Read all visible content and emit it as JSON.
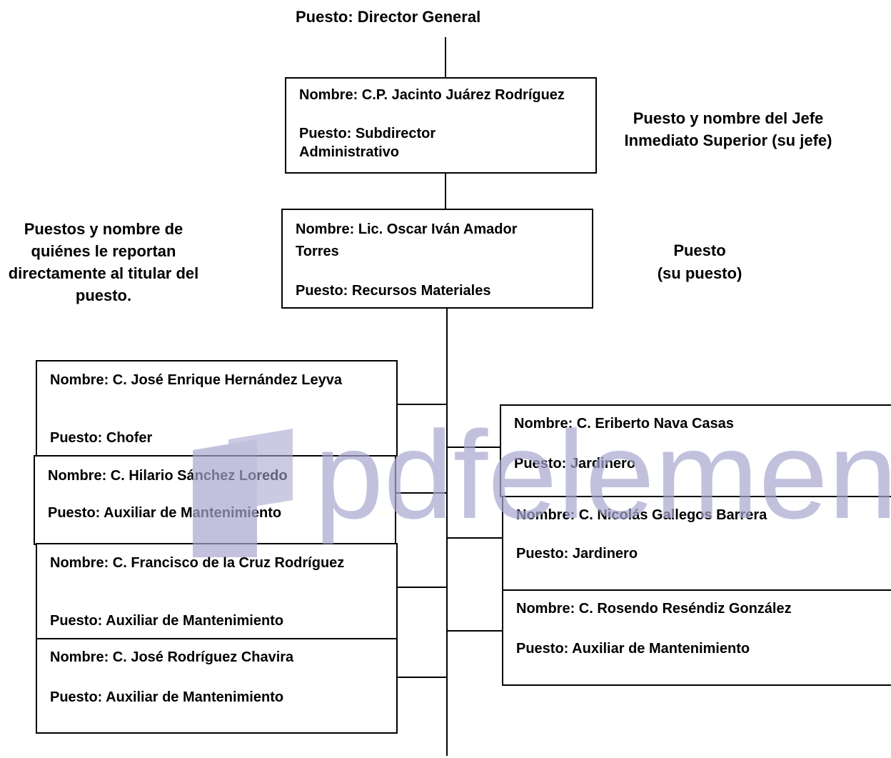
{
  "top_title": "Puesto: Director General",
  "supervisor": {
    "name": "Nombre: C.P. Jacinto Juárez Rodríguez",
    "position": "Puesto: Subdirector Administrativo"
  },
  "supervisor_note": "Puesto y nombre del Jefe Inmediato Superior (su jefe)",
  "main": {
    "name": "Nombre: Lic. Oscar Iván Amador Torres",
    "position": "Puesto: Recursos Materiales"
  },
  "main_note": {
    "line1": "Puesto",
    "line2": "(su puesto)"
  },
  "reports_note": "Puestos y nombre de quiénes le reportan directamente al titular del puesto.",
  "left_reports": [
    {
      "name": "Nombre: C. José Enrique Hernández Leyva",
      "position": "Puesto: Chofer"
    },
    {
      "name": "Nombre: C. Hilario Sánchez Loredo",
      "position": "Puesto: Auxiliar de Mantenimiento"
    },
    {
      "name": "Nombre: C. Francisco de la Cruz Rodríguez",
      "position": "Puesto: Auxiliar de Mantenimiento"
    },
    {
      "name": "Nombre: C. José Rodríguez Chavira",
      "position": "Puesto: Auxiliar de Mantenimiento"
    }
  ],
  "right_reports": [
    {
      "name": "Nombre: C. Eriberto Nava Casas",
      "position": "Puesto: Jardinero"
    },
    {
      "name": "Nombre: C. Nicolás Gallegos Barrera",
      "position": "Puesto: Jardinero"
    },
    {
      "name": "Nombre: C. Rosendo Reséndiz González",
      "position": "Puesto: Auxiliar de Mantenimiento"
    }
  ],
  "watermark": {
    "text": "pdfelement",
    "color": "#a9a7cf"
  }
}
